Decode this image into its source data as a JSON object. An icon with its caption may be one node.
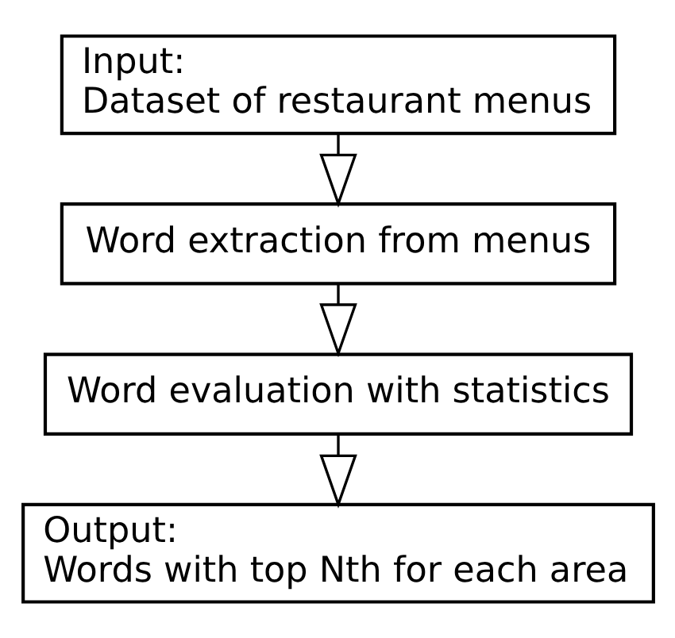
{
  "diagram": {
    "nodes": [
      {
        "text": [
          "Input:",
          "Dataset of restaurant menus"
        ]
      },
      {
        "text": [
          "Word extraction from menus"
        ]
      },
      {
        "text": [
          "Word evaluation with statistics"
        ]
      },
      {
        "text": [
          "Output:",
          "Words with top Nth for each area"
        ]
      }
    ],
    "edges": [
      {
        "from": 0,
        "to": 1,
        "arrow": "to"
      },
      {
        "from": 1,
        "to": 2,
        "arrow": "to"
      },
      {
        "from": 2,
        "to": 3,
        "arrow": "to"
      }
    ]
  }
}
